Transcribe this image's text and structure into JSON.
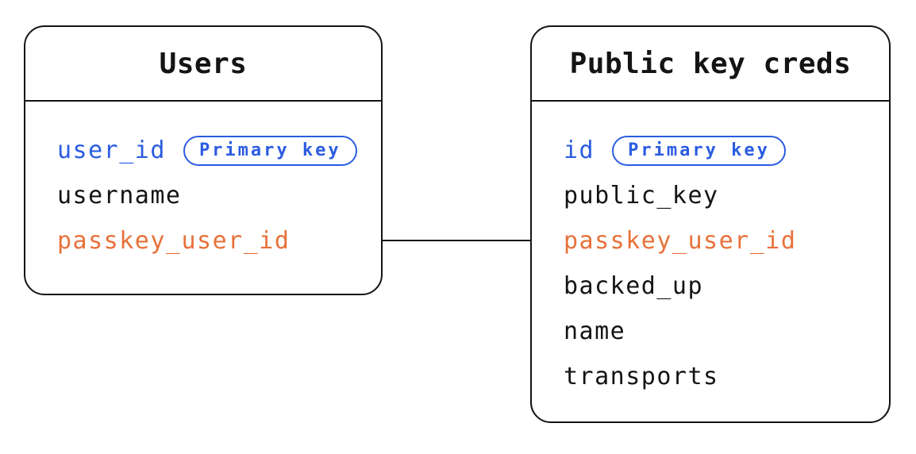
{
  "diagram": {
    "type": "entity-relationship",
    "colors": {
      "primary_key_blue": "#2b5ce0",
      "foreign_key_orange": "#e7713a",
      "ink": "#141414",
      "background": "#ffffff"
    },
    "tables": [
      {
        "title": "Users",
        "fields": [
          {
            "name": "user_id",
            "color": "blue",
            "badge": "Primary key"
          },
          {
            "name": "username",
            "color": "black"
          },
          {
            "name": "passkey_user_id",
            "color": "orange"
          }
        ]
      },
      {
        "title": "Public key creds",
        "fields": [
          {
            "name": "id",
            "color": "blue",
            "badge": "Primary key"
          },
          {
            "name": "public_key",
            "color": "black"
          },
          {
            "name": "passkey_user_id",
            "color": "orange"
          },
          {
            "name": "backed_up",
            "color": "black"
          },
          {
            "name": "name",
            "color": "black"
          },
          {
            "name": "transports",
            "color": "black"
          }
        ]
      }
    ],
    "relationship": {
      "from_table": "Users",
      "from_field": "passkey_user_id",
      "to_table": "Public key creds",
      "to_field": "passkey_user_id"
    }
  }
}
